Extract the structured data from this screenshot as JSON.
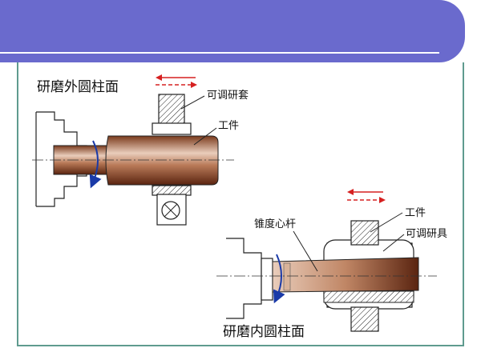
{
  "slide": {
    "header_color": "#6a6acd",
    "frame_color": "#5f9b8f",
    "accent_red": "#d62020",
    "outline_blue": "#1a3aa8"
  },
  "top_diagram": {
    "title": "研磨外圆柱面",
    "label_sleeve": "可调研套",
    "label_workpiece": "工件",
    "motion": "reciprocating-arrows"
  },
  "bottom_diagram": {
    "title": "研磨内圆柱面",
    "label_mandrel": "锥度心杆",
    "label_workpiece": "工件",
    "label_tool": "可调研具",
    "motion": "reciprocating-arrows"
  }
}
